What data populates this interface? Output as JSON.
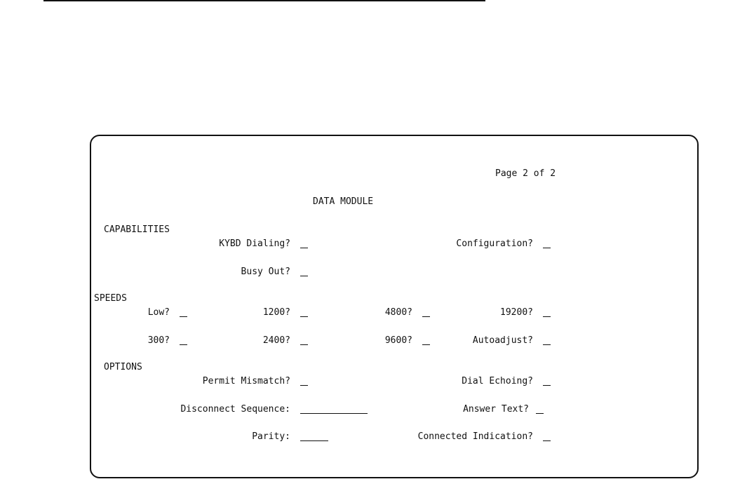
{
  "header": {
    "page_indicator": "Page 2 of 2",
    "title": "DATA MODULE"
  },
  "capabilities": {
    "section_label": "CAPABILITIES",
    "kybd_dialing_label": "KYBD Dialing?",
    "kybd_dialing_value": "",
    "configuration_label": "Configuration?",
    "configuration_value": "",
    "busy_out_label": "Busy Out?",
    "busy_out_value": ""
  },
  "speeds": {
    "section_label": "SPEEDS",
    "low_label": "Low?",
    "s1200_label": "1200?",
    "s4800_label": "4800?",
    "s19200_label": "19200?",
    "s300_label": "300?",
    "s2400_label": "2400?",
    "s9600_label": "9600?",
    "autoadjust_label": "Autoadjust?"
  },
  "options": {
    "section_label": "OPTIONS",
    "permit_mismatch_label": "Permit Mismatch?",
    "dial_echoing_label": "Dial Echoing?",
    "disconnect_sequence_label": "Disconnect Sequence:",
    "answer_text_label": "Answer Text?",
    "parity_label": "Parity:",
    "connected_indication_label": "Connected Indication?"
  }
}
